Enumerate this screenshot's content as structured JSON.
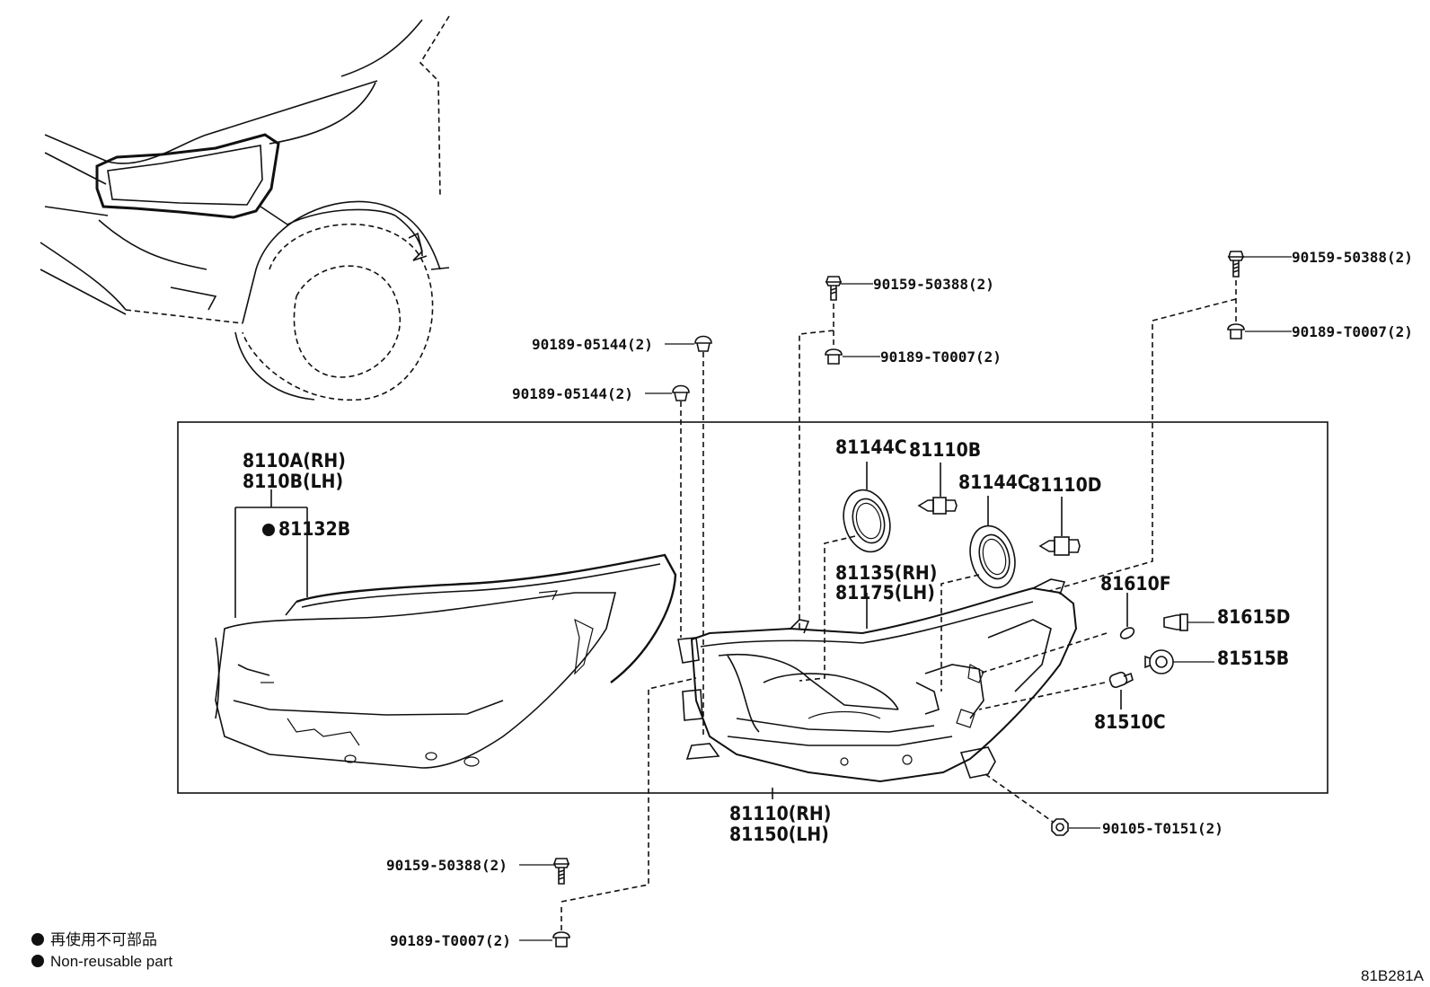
{
  "labels": {
    "bolt_top_right_50388": "90159-50388(2)",
    "clip_top_right_t0007": "90189-T0007(2)",
    "bolt_top_mid_50388": "90159-50388(2)",
    "clip_top_mid_t0007": "90189-T0007(2)",
    "clip_05144_upper": "90189-05144(2)",
    "clip_05144_lower": "90189-05144(2)",
    "cover_rh": "8110A(RH)",
    "cover_lh": "8110B(LH)",
    "gasket": "81132B",
    "socket_cover_1": "81144C",
    "bulb_b": "81110B",
    "socket_cover_2": "81144C",
    "bulb_d": "81110D",
    "bracket_rh": "81135(RH)",
    "bracket_lh": "81175(LH)",
    "bulb_f": "81610F",
    "socket_d": "81615D",
    "socket_b": "81515B",
    "bulb_c": "81510C",
    "headlamp_rh": "81110(RH)",
    "headlamp_lh": "81150(LH)",
    "nut_t0151": "90105-T0151(2)",
    "bolt_bottom_50388": "90159-50388(2)",
    "clip_bottom_t0007": "90189-T0007(2)"
  },
  "legend": {
    "japanese": "再使用不可部品",
    "english": "Non-reusable part"
  },
  "diagram_code": "81B281A"
}
